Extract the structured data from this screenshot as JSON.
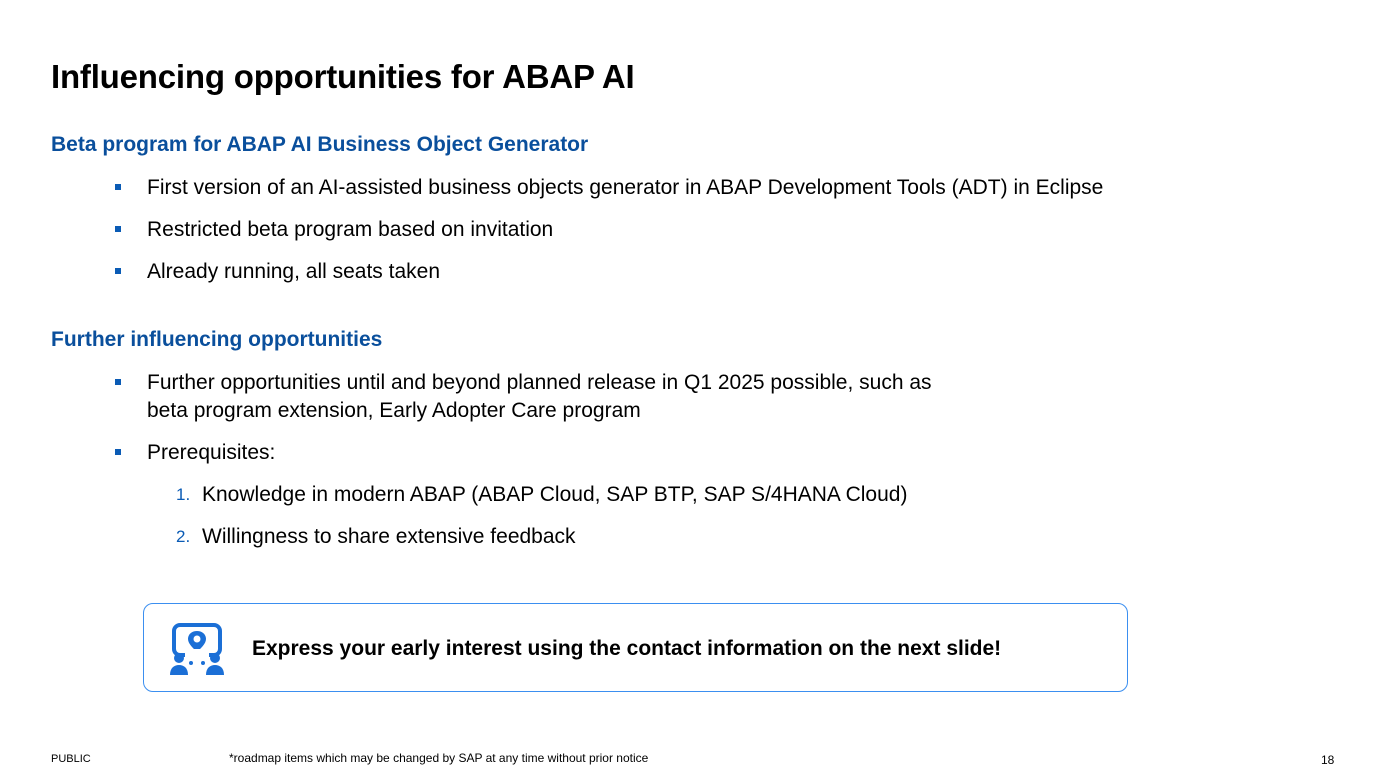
{
  "slide": {
    "title": "Influencing opportunities for ABAP AI"
  },
  "section1": {
    "heading": "Beta program for ABAP AI Business Object Generator",
    "bullets": [
      "First version of an AI-assisted business objects generator in ABAP Development Tools (ADT) in Eclipse",
      "Restricted beta program based on invitation",
      "Already running, all seats taken"
    ]
  },
  "section2": {
    "heading": "Further influencing opportunities",
    "bullet1_line1": "Further opportunities until and beyond planned release in Q1 2025 possible, such as",
    "bullet1_line2": "beta program extension, Early Adopter Care program",
    "bullet2": "Prerequisites:",
    "numbered": [
      {
        "marker": "1.",
        "text": "Knowledge in modern ABAP (ABAP Cloud, SAP BTP, SAP S/4HANA Cloud)"
      },
      {
        "marker": "2.",
        "text": "Willingness to share extensive feedback"
      }
    ]
  },
  "callout": {
    "icon": "feedback-people-icon",
    "text": "Express your early interest using the contact information on the next slide!"
  },
  "footer": {
    "classification": "PUBLIC",
    "note": "*roadmap items which may be changed by SAP at any time without prior notice",
    "page_number": "18"
  },
  "colors": {
    "heading_blue": "#0a4f9c",
    "accent_blue": "#0a5bb5",
    "callout_border": "#3b8ff0",
    "icon_blue": "#1b6fd6"
  }
}
